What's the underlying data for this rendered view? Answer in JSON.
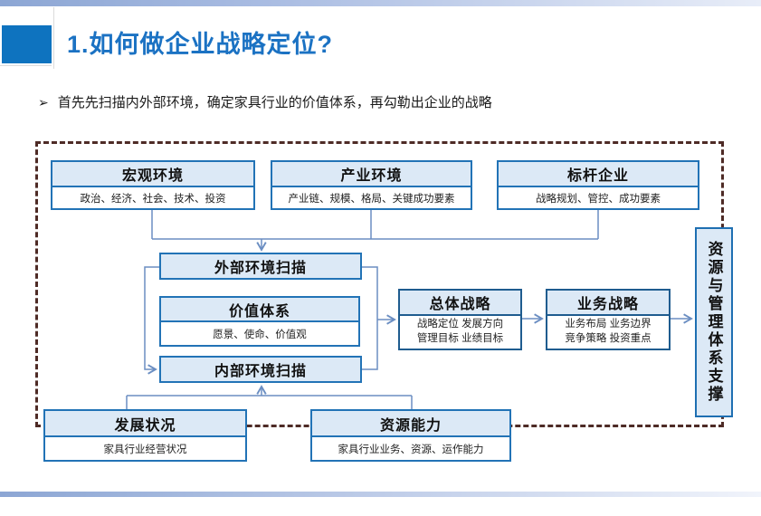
{
  "slide": {
    "title": "1.如何做企业战略定位?",
    "bullet_marker": "➢",
    "bullet_text": "首先先扫描内外部环境，确定家具行业的价值体系，再勾勒出企业的战略"
  },
  "colors": {
    "accent_square": "#0E73BF",
    "title_text": "#1B72C3",
    "box_border": "#2273B6",
    "strategy_box_border": "#1F5C8F",
    "box_header_fill": "#DCE9F6",
    "connector_line": "#6B8EC2",
    "dashed_frame": "#4E2B26",
    "top_bar_gradient_start": "#8CA6D4"
  },
  "diagram": {
    "macro_env": {
      "title": "宏观环境",
      "body": "政治、经济、社会、技术、投资"
    },
    "industry_env": {
      "title": "产业环境",
      "body": "产业链、规模、格局、关键成功要素"
    },
    "benchmark": {
      "title": "标杆企业",
      "body": "战略规划、管控、成功要素"
    },
    "external_scan": {
      "title": "外部环境扫描"
    },
    "value_system": {
      "title": "价值体系",
      "body": "愿景、使命、价值观"
    },
    "internal_scan": {
      "title": "内部环境扫描"
    },
    "overall_strategy": {
      "title": "总体战略",
      "body_line1": "战略定位 发展方向",
      "body_line2": "管理目标 业绩目标"
    },
    "business_strategy": {
      "title": "业务战略",
      "body_line1": "业务布局 业务边界",
      "body_line2": "竞争策略 投资重点"
    },
    "support": {
      "title": "资源与管理体系支撑"
    },
    "development": {
      "title": "发展状况",
      "body": "家具行业经营状况"
    },
    "resources": {
      "title": "资源能力",
      "body": "家具行业业务、资源、运作能力"
    }
  }
}
